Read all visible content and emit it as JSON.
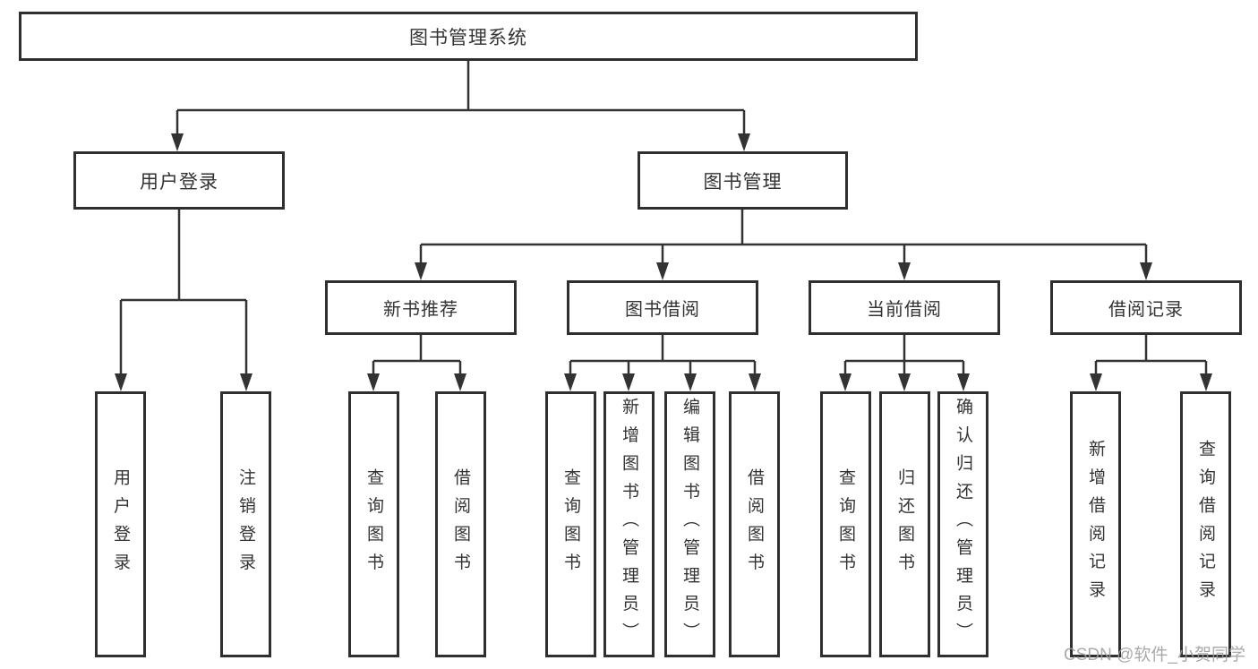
{
  "style": {
    "ink": "#333333",
    "box_border": "#2f2f2f",
    "background": "#ffffff",
    "watermark_color": "#9e9e9e"
  },
  "tree": {
    "root": "图书管理系统",
    "branches": [
      {
        "label": "用户登录",
        "children": [
          "用户登录",
          "注销登录"
        ]
      },
      {
        "label": "图书管理",
        "groups": [
          {
            "label": "新书推荐",
            "children": [
              "查询图书",
              "借阅图书"
            ]
          },
          {
            "label": "图书借阅",
            "children": [
              "查询图书",
              "新增图书（管理员）",
              "编辑图书（管理员）",
              "借阅图书"
            ]
          },
          {
            "label": "当前借阅",
            "children": [
              "查询图书",
              "归还图书",
              "确认归还（管理员）"
            ]
          },
          {
            "label": "借阅记录",
            "children": [
              "新增借阅记录",
              "查询借阅记录"
            ]
          }
        ]
      }
    ]
  },
  "watermark": "CSDN @软件_小贺同学"
}
